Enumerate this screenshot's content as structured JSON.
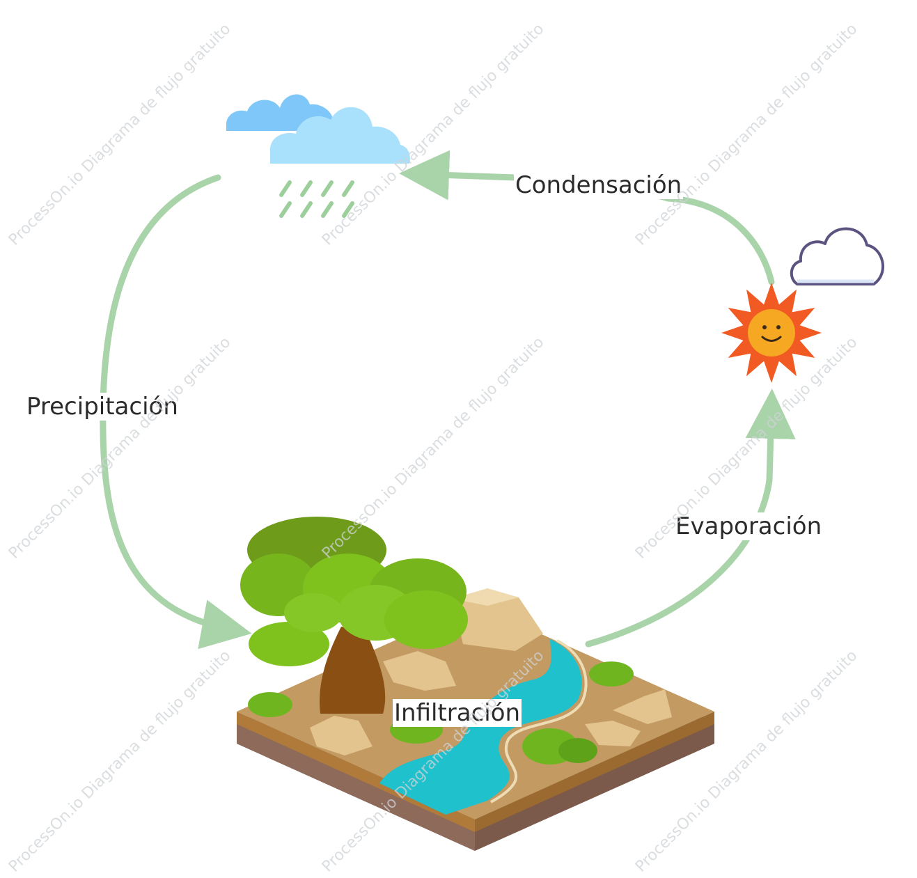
{
  "labels": {
    "condensation": "Condensación",
    "precipitation": "Precipitación",
    "evaporation": "Evaporación",
    "infiltration": "Infiltración"
  },
  "watermark": "ProcessOn.io Diagrama de flujo gratuito",
  "colors": {
    "arrow": "#a9d3a9",
    "rain_cloud_back": "#7ec7f8",
    "rain_cloud_front": "#a9e0fb",
    "rain": "#9ccf9c",
    "sun_rays": "#f15a22",
    "sun_face": "#f7a823",
    "outline_cloud": "#5c5380",
    "water": "#1fc1cc",
    "ground_top": "#c29a62",
    "ground_side": "#b07a3a",
    "soil": "#7b5a4c",
    "foliage": "#6fb51f",
    "trunk": "#8a4f12",
    "rock": "#e3c48e"
  }
}
